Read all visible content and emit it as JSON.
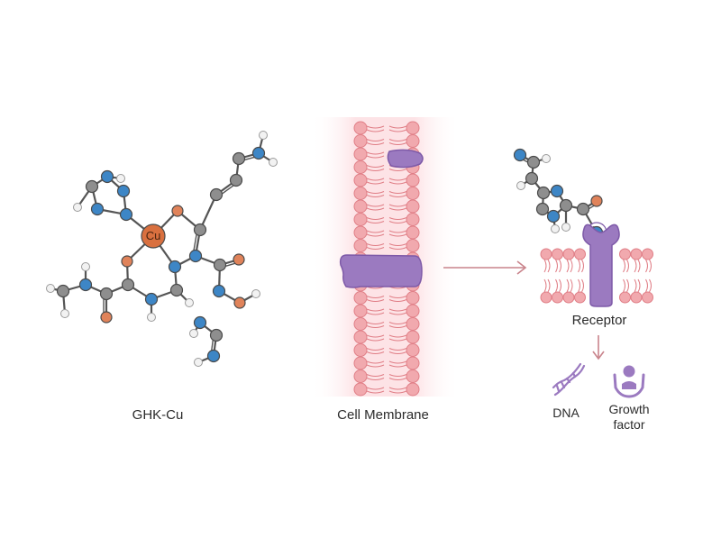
{
  "labels": {
    "molecule": "GHK-Cu",
    "metal_atom": "Cu",
    "membrane": "Cell Membrane",
    "receptor": "Receptor",
    "dna": "DNA",
    "growth_factor": "Growth factor"
  },
  "colors": {
    "carbon": "#8e8e8e",
    "nitrogen": "#3d86c6",
    "oxygen": "#e0835a",
    "copper": "#d9703f",
    "hydrogen": "#f2f2f2",
    "lipid": "#f1a9ae",
    "lipid_stroke": "#e07e86",
    "protein": "#9b7ac0",
    "protein_stroke": "#7e5aa8",
    "arrow": "#c9848c",
    "text": "#2b2b2b"
  },
  "icons": {
    "dna": "dna-helix-icon",
    "growth_factor": "hands-holding-person-icon"
  }
}
